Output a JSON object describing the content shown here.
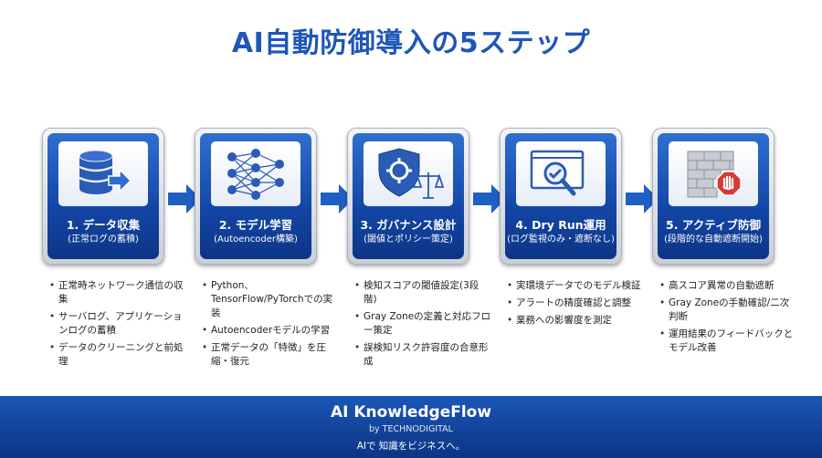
{
  "title": "AI自動防御導入の5ステップ",
  "colors": {
    "title": "#1f56b8",
    "card": "#1346a6",
    "arrow": "#1f5fc4",
    "footer": "#0b3584"
  },
  "steps": [
    {
      "icon": "database-export-icon",
      "title": "1. データ収集",
      "subtitle": "(正常ログの蓄積)",
      "bullets": [
        "正常時ネットワーク通信の収集",
        "サーバログ、アプリケーションログの蓄積",
        "データのクリーニングと前処理"
      ]
    },
    {
      "icon": "neural-network-icon",
      "title": "2. モデル学習",
      "subtitle": "(Autoencoder構築)",
      "bullets": [
        "Python、TensorFlow/PyTorchでの実装",
        "Autoencoderモデルの学習",
        "正常データの「特徴」を圧縮・復元"
      ]
    },
    {
      "icon": "shield-gear-scale-icon",
      "title": "3. ガバナンス設計",
      "subtitle": "(閾値とポリシー策定)",
      "bullets": [
        "検知スコアの閾値設定(3段階)",
        "Gray Zoneの定義と対応フロー策定",
        "誤検知リスク許容度の合意形成"
      ]
    },
    {
      "icon": "monitor-magnifier-icon",
      "title": "4. Dry Run運用",
      "subtitle": "(ログ監視のみ・遮断なし)",
      "bullets": [
        "実環境データでのモデル検証",
        "アラートの精度確認と調整",
        "業務への影響度を測定"
      ]
    },
    {
      "icon": "firewall-stop-icon",
      "title": "5. アクティブ防御",
      "subtitle": "(段階的な自動遮断開始)",
      "bullets": [
        "高スコア異常の自動遮断",
        "Gray Zoneの手動確認/二次判断",
        "運用結果のフィードバックとモデル改善"
      ]
    }
  ],
  "footer": {
    "brand": "AI KnowledgeFlow",
    "by": "by TECHNODIGITAL",
    "tagline": "AIで 知識をビジネスへ。"
  }
}
